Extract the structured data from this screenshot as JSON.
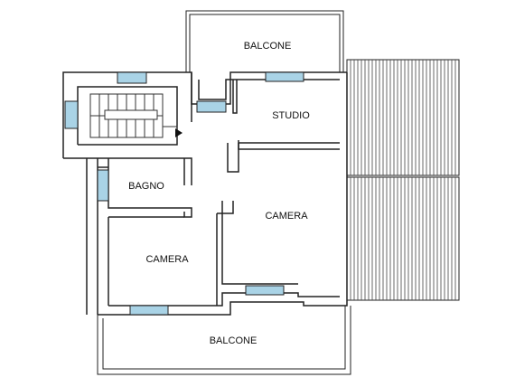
{
  "rooms": {
    "balcone_top": "BALCONE",
    "studio": "STUDIO",
    "bagno": "BAGNO",
    "camera_right": "CAMERA",
    "camera_left": "CAMERA",
    "balcone_bottom": "BALCONE"
  },
  "colors": {
    "wall": "#222222",
    "window": "#a9d3e6",
    "background": "#ffffff"
  }
}
